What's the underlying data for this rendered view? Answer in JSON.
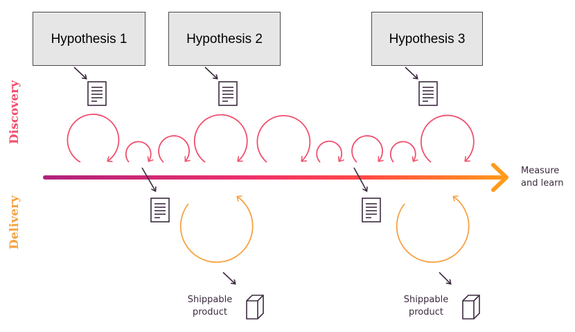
{
  "hypotheses": [
    {
      "label": "Hypothesis 1"
    },
    {
      "label": "Hypothesis 2"
    },
    {
      "label": "Hypothesis 3"
    }
  ],
  "tracks": {
    "discovery": "Discovery",
    "delivery": "Delivery"
  },
  "timeline": {
    "end_label_line1": "Measure",
    "end_label_line2": "and learn"
  },
  "outputs": [
    {
      "line1": "Shippable",
      "line2": "product"
    },
    {
      "line1": "Shippable",
      "line2": "product"
    }
  ],
  "colors": {
    "discovery": "#f0506e",
    "delivery": "#f6a243",
    "arrow_start": "#b0217c",
    "arrow_mid": "#ff3d4f",
    "arrow_end": "#ff9a1a",
    "ink": "#3c2a3f"
  },
  "icons": [
    "document-icon",
    "box-icon",
    "arrow-icon",
    "loop-icon"
  ]
}
